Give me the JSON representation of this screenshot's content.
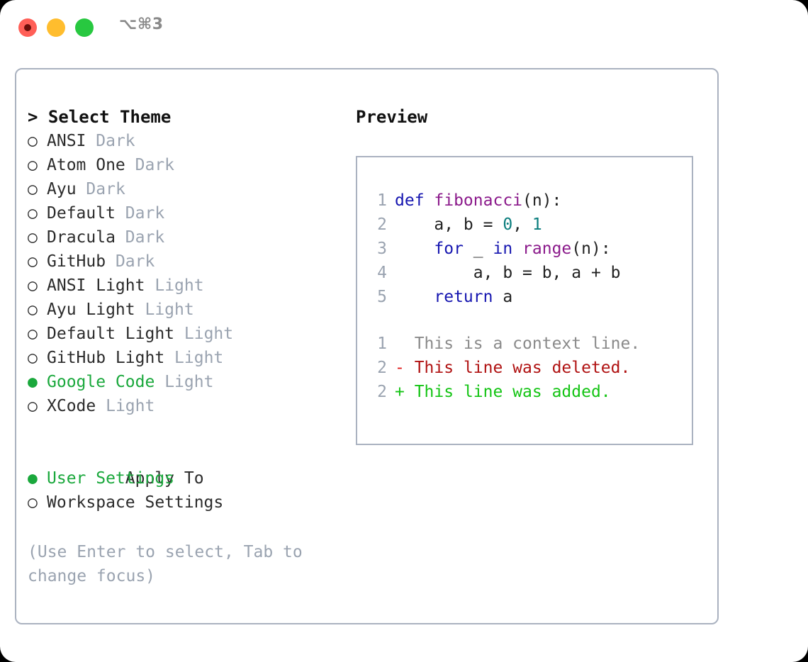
{
  "titlebar": {
    "shortcut": "⌥⌘3",
    "buttons": [
      {
        "name": "close",
        "color": "#ff5f57"
      },
      {
        "name": "minimize",
        "color": "#ffbd2e"
      },
      {
        "name": "zoom",
        "color": "#28c840"
      }
    ]
  },
  "theme_picker": {
    "header": "> Select Theme",
    "marker_selected": "●",
    "marker_unselected": "○",
    "accent_color": "#1aa83c",
    "items": [
      {
        "label": "ANSI",
        "tag": "Dark",
        "selected": false
      },
      {
        "label": "Atom One",
        "tag": "Dark",
        "selected": false
      },
      {
        "label": "Ayu",
        "tag": "Dark",
        "selected": false
      },
      {
        "label": "Default",
        "tag": "Dark",
        "selected": false
      },
      {
        "label": "Dracula",
        "tag": "Dark",
        "selected": false
      },
      {
        "label": "GitHub",
        "tag": "Dark",
        "selected": false
      },
      {
        "label": "ANSI Light",
        "tag": "Light",
        "selected": false
      },
      {
        "label": "Ayu Light",
        "tag": "Light",
        "selected": false
      },
      {
        "label": "Default Light",
        "tag": "Light",
        "selected": false
      },
      {
        "label": "GitHub Light",
        "tag": "Light",
        "selected": false
      },
      {
        "label": "Google Code",
        "tag": "Light",
        "selected": true
      },
      {
        "label": "XCode",
        "tag": "Light",
        "selected": false
      }
    ]
  },
  "apply_to": {
    "title": "Apply To",
    "items": [
      {
        "label": "User Settings",
        "selected": true
      },
      {
        "label": "Workspace Settings",
        "selected": false
      }
    ]
  },
  "hint": "(Use Enter to select, Tab to change focus)",
  "preview": {
    "title": "Preview",
    "code": [
      {
        "lnum": "1",
        "tokens": [
          {
            "t": "def ",
            "c": "kw"
          },
          {
            "t": "fibonacci",
            "c": "fn"
          },
          {
            "t": "(n):",
            "c": "pn"
          }
        ]
      },
      {
        "lnum": "2",
        "tokens": [
          {
            "t": "    a, b = ",
            "c": "pn"
          },
          {
            "t": "0",
            "c": "num"
          },
          {
            "t": ", ",
            "c": "pn"
          },
          {
            "t": "1",
            "c": "num"
          }
        ]
      },
      {
        "lnum": "3",
        "tokens": [
          {
            "t": "    ",
            "c": "pn"
          },
          {
            "t": "for",
            "c": "kw"
          },
          {
            "t": " _ ",
            "c": "pn"
          },
          {
            "t": "in",
            "c": "kw"
          },
          {
            "t": " ",
            "c": "pn"
          },
          {
            "t": "range",
            "c": "fn"
          },
          {
            "t": "(n):",
            "c": "pn"
          }
        ]
      },
      {
        "lnum": "4",
        "tokens": [
          {
            "t": "        a, b = b, a + b",
            "c": "pn"
          }
        ]
      },
      {
        "lnum": "5",
        "tokens": [
          {
            "t": "    ",
            "c": "pn"
          },
          {
            "t": "return",
            "c": "kw"
          },
          {
            "t": " a",
            "c": "pn"
          }
        ]
      }
    ],
    "diff": [
      {
        "lnum": "1",
        "tokens": [
          {
            "t": "  ",
            "c": "diff-ctx"
          },
          {
            "t": "This is a context line.",
            "c": "diff-ctx"
          }
        ]
      },
      {
        "lnum": "2",
        "tokens": [
          {
            "t": "- ",
            "c": "diff-del-mark"
          },
          {
            "t": "This line was deleted.",
            "c": "diff-del"
          }
        ]
      },
      {
        "lnum": "2",
        "tokens": [
          {
            "t": "+ ",
            "c": "diff-add"
          },
          {
            "t": "This line was added.",
            "c": "diff-add"
          }
        ]
      }
    ]
  }
}
